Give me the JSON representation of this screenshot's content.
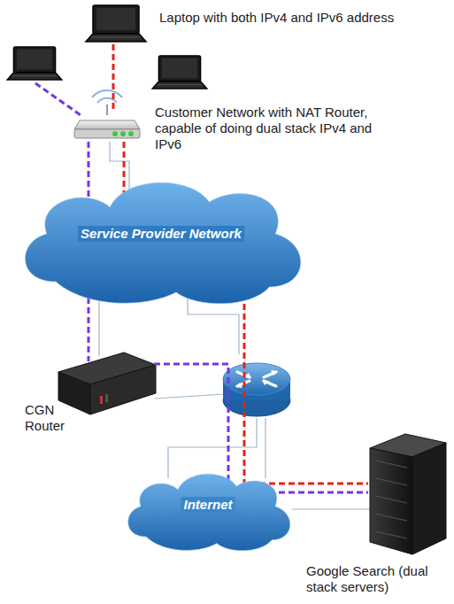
{
  "diagram": {
    "nodes": [
      {
        "text": [
          "Laptop with both IPv4 and IPv6 address"
        ]
      },
      {
        "text": [
          "Customer Network with NAT Router, capable of doing dual stack IPv4 and IPv6"
        ]
      },
      {
        "text": [
          "Service Provider Network"
        ]
      },
      {
        "text": [
          "CGN Router"
        ]
      },
      {
        "text": [
          "Internet"
        ]
      },
      {
        "text": [
          "Google Search (dual stack servers)"
        ]
      }
    ],
    "edges": [
      {
        "from": 0,
        "to": 1,
        "arrow": "none"
      },
      {
        "from": 1,
        "to": 5,
        "arrow": "none"
      },
      {
        "from": 1,
        "to": 3,
        "arrow": "none"
      },
      {
        "from": 3,
        "to": 5,
        "arrow": "none"
      }
    ]
  }
}
